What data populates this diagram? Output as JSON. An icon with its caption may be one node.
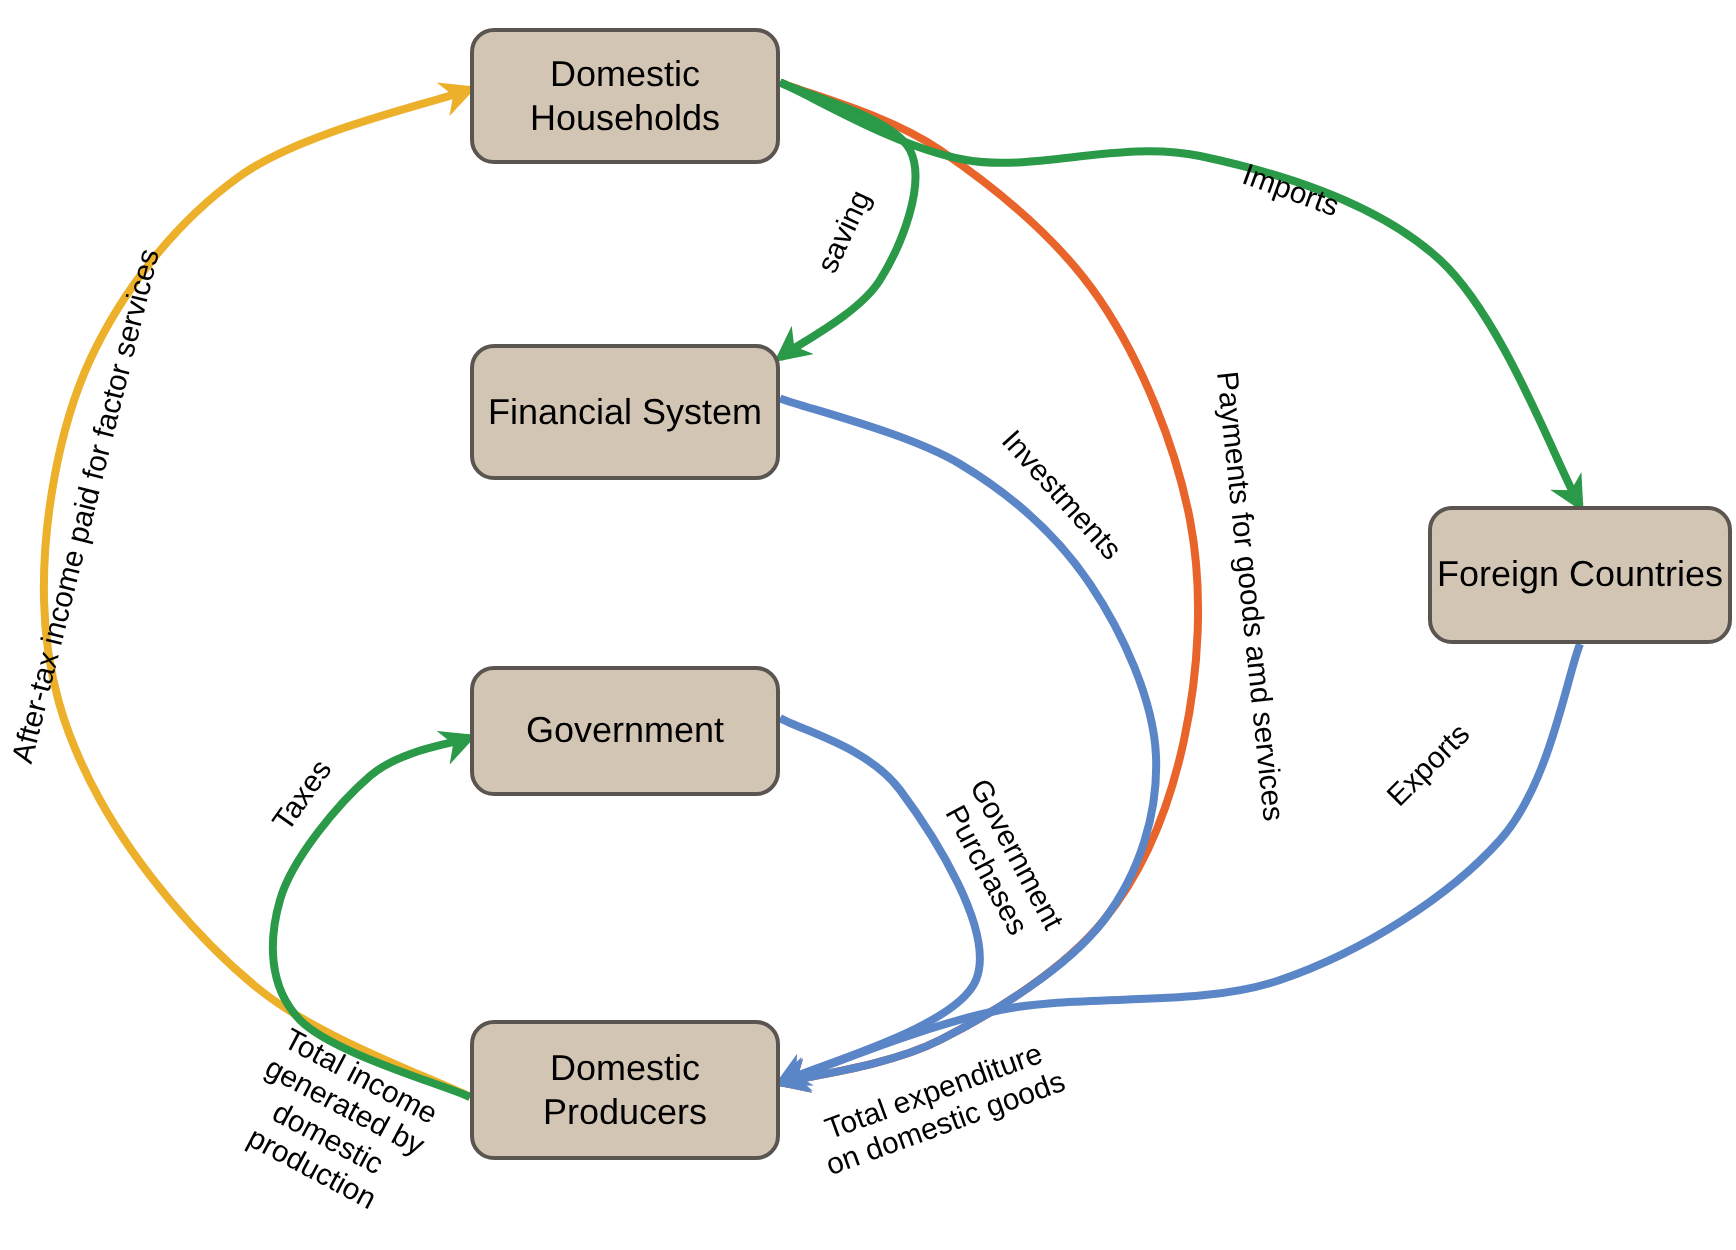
{
  "diagram": {
    "nodes": [
      {
        "text": [
          "Domestic Households"
        ]
      },
      {
        "text": [
          "Financial System"
        ]
      },
      {
        "text": [
          "Foreign Countries"
        ]
      },
      {
        "text": [
          "Government"
        ]
      },
      {
        "text": [
          "Domestic Producers"
        ]
      }
    ],
    "edges": [
      {
        "from": 0,
        "to": 4,
        "arrow": "to",
        "label": "Payments for goods amd services",
        "color": "#e8642a"
      },
      {
        "from": 0,
        "to": 1,
        "arrow": "to",
        "label": "saving",
        "color": "#2a9a48"
      },
      {
        "from": 0,
        "to": 2,
        "arrow": "to",
        "label": "Imports",
        "color": "#2a9a48"
      },
      {
        "from": 1,
        "to": 4,
        "arrow": "to",
        "label": "Investments",
        "color": "#5a86c8"
      },
      {
        "from": 3,
        "to": 4,
        "arrow": "to",
        "label": "Government Purchases",
        "color": "#5a86c8"
      },
      {
        "from": 2,
        "to": 4,
        "arrow": "to",
        "label": "Exports",
        "color": "#5a86c8"
      },
      {
        "from": 4,
        "to": 0,
        "arrow": "to",
        "label": "After-tax income paid for factor services",
        "color": "#ecb02a"
      },
      {
        "from": 4,
        "to": 3,
        "arrow": "to",
        "label": "Taxes",
        "color": "#2a9a48"
      }
    ],
    "labels": [
      "Total income generated by domestic production",
      "Total expenditure on domestic goods"
    ]
  }
}
